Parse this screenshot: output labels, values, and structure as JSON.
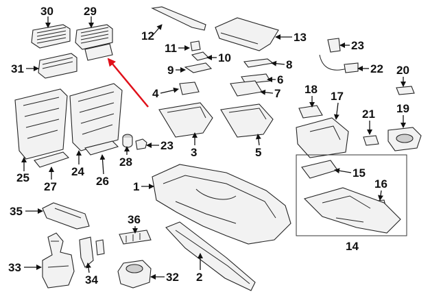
{
  "callouts": {
    "c1": "1",
    "c2": "2",
    "c3": "3",
    "c4": "4",
    "c5": "5",
    "c6": "6",
    "c7": "7",
    "c8": "8",
    "c9": "9",
    "c10": "10",
    "c11": "11",
    "c12": "12",
    "c13": "13",
    "c14": "14",
    "c15": "15",
    "c16": "16",
    "c17": "17",
    "c18": "18",
    "c19": "19",
    "c20": "20",
    "c21": "21",
    "c22": "22",
    "c23a": "23",
    "c23b": "23",
    "c24": "24",
    "c25": "25",
    "c26": "26",
    "c27": "27",
    "c28": "28",
    "c29": "29",
    "c30": "30",
    "c31": "31",
    "c32": "32",
    "c33": "33",
    "c34": "34",
    "c35": "35",
    "c36": "36"
  },
  "colors": {
    "highlight_arrow": "#e0101a",
    "line": "#222222",
    "fill": "#f2f2f2"
  }
}
